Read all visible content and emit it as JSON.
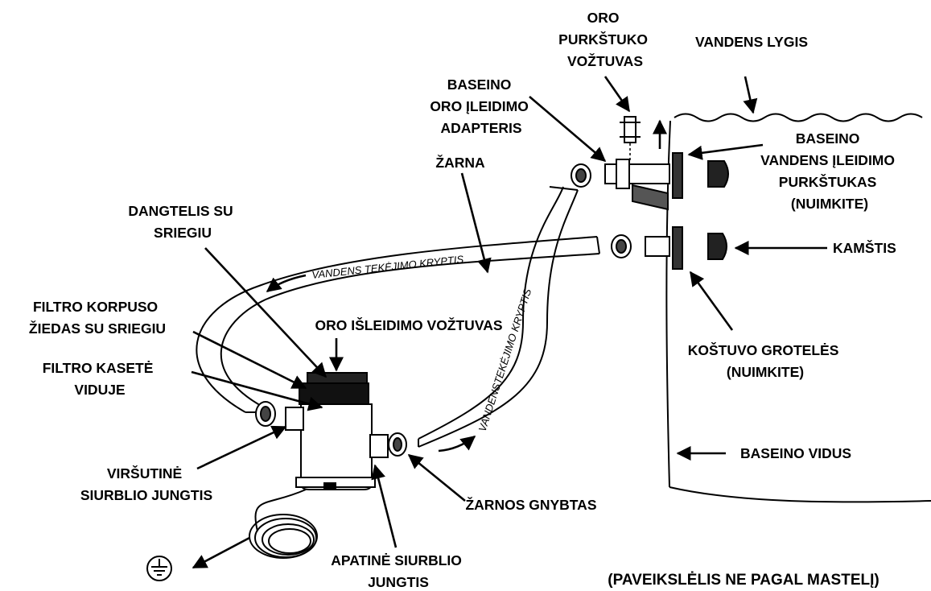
{
  "labels": {
    "oro_purkstuko_vozutvas": [
      "ORO",
      "PURKŠTUKO",
      "VOŽTUVAS"
    ],
    "vandens_lygis": "VANDENS LYGIS",
    "baseino_oro_adapteris": [
      "BASEINO",
      "ORO ĮLEIDIMO",
      "ADAPTERIS"
    ],
    "baseino_vandens_purkstukas": [
      "BASEINO",
      "VANDENS ĮLEIDIMO",
      "PURKŠTUKAS",
      "(NUIMKITE)"
    ],
    "zarna": "ŽARNA",
    "dangtelis": [
      "DANGTELIS SU",
      "SRIEGIU"
    ],
    "kamstis": "KAMŠTIS",
    "filtro_korpuso_ziedas": [
      "FILTRO KORPUSO",
      "ŽIEDAS SU SRIEGIU"
    ],
    "oro_isleidimo_voztuvas": "ORO IŠLEIDIMO VOŽTUVAS",
    "kostuvo_groteles": [
      "KOŠTUVO GROTELĖS",
      "(NUIMKITE)"
    ],
    "filtro_kasete": [
      "FILTRO KASETĖ",
      "VIDUJE"
    ],
    "baseino_vidus": "BASEINO VIDUS",
    "virsutine_jungtis": [
      "VIRŠUTINĖ",
      "SIURBLIO JUNGTIS"
    ],
    "zarnos_gnybtas": "ŽARNOS GNYBTAS",
    "apatine_jungtis": [
      "APATINĖ SIURBLIO",
      "JUNGTIS"
    ],
    "flow_upper": "VANDENS TEKĖJIMO KRYPTIS",
    "flow_lower": "VANDENSTEKĖJIMO KRYPTIS",
    "scale_note": "(PAVEIKSLĖLIS NE PAGAL MASTELĮ)"
  },
  "icons": {
    "ground": "ground-symbol-icon"
  }
}
